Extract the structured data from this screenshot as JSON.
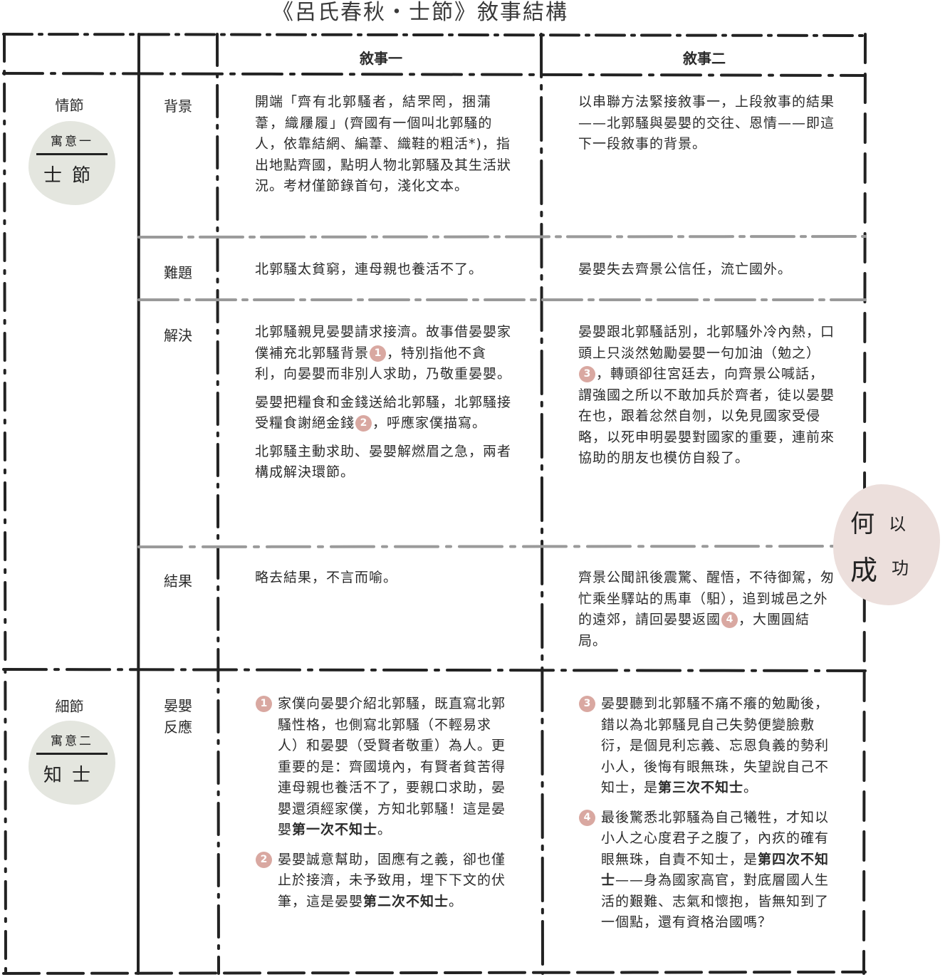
{
  "title": "《呂氏春秋・士節》敘事結構",
  "headers": {
    "col1": "敘事一",
    "col2": "敘事二"
  },
  "sections": {
    "plot": {
      "label": "情節",
      "stamp_top": "寓意一",
      "stamp_bottom": "士節"
    },
    "detail": {
      "label": "細節",
      "stamp_top": "寓意二",
      "stamp_bottom": "知士"
    }
  },
  "rows": {
    "background": {
      "label": "背景",
      "c1_a": "開端「",
      "c1_quote": "齊有北郭騷者，結罘罔，捆蒲葦，織屨履",
      "c1_b": "」(齊國有一個叫北郭騷的人，依靠結網、編葦、織鞋的粗活*)，指出地點齊國，點明人物北郭騷及其生活狀況。考材僅節錄首句，淺化文本。",
      "c2": "以串聯方法緊接敘事一，上段敘事的結果——北郭騷與晏嬰的交往、恩情——即這下一段敘事的背景。"
    },
    "problem": {
      "label": "難題",
      "c1": "北郭騷太貧窮，連母親也養活不了。",
      "c2": "晏嬰失去齊景公信任，流亡國外。"
    },
    "solution": {
      "label": "解決",
      "c1_p1_a": "北郭騷親見晏嬰請求接濟。故事借晏嬰家僕補充北郭騷背景",
      "c1_p1_b": "，特別指他不貪利，向晏嬰而非別人求助，乃敬重晏嬰。",
      "c1_p2_a": "晏嬰把糧食和金錢送給北郭騷，北郭騷接受糧食謝絕金錢",
      "c1_p2_b": "，呼應家僕描寫。",
      "c1_p3": "北郭騷主動求助、晏嬰解燃眉之急，兩者構成解決環節。",
      "c2_a": "晏嬰跟北郭騷話別，北郭騷外冷內熱，口頭上只淡然勉勵晏嬰一句加油（",
      "c2_quote": "勉之",
      "c2_b": "）",
      "c2_c": "，轉頭卻往宮廷去，向齊景公喊話，謂強國之所以不敢加兵於齊者，徒以晏嬰在也，跟着忿然自刎，以免見國家受侵略，以死申明晏嬰對國家的重要，連前來協助的朋友也模仿自殺了。"
    },
    "result": {
      "label": "結果",
      "c1": "略去結果，不言而喻。",
      "c2_a": "齊景公聞訊後震驚、醒悟，不待御駕，匆忙乘坐驛站的馬車（",
      "c2_quote": "馹",
      "c2_b": "），追到城邑之外的遠郊，請回晏嬰返國",
      "c2_c": "，大團圓結局。"
    },
    "reaction": {
      "label_1": "晏嬰",
      "label_2": "反應",
      "i1_a": "家僕向晏嬰介紹北郭騷，既直寫北郭騷性格，也側寫北郭騷（不輕易求人）和晏嬰（受賢者敬重）為人。更重要的是：齊國境內，有賢者貧苦得連母親也養活不了，要親口求助，晏嬰還須經家僕，方知北郭騷！這是晏嬰",
      "i1_b": "第一次不知士",
      "i1_c": "。",
      "i2_a": "晏嬰誠意幫助，固應有之義，卻也僅止於接濟，未予致用，埋下下文的伏筆，這是晏嬰",
      "i2_b": "第二次不知士",
      "i2_c": "。",
      "i3_a": "晏嬰聽到北郭騷不痛不癢的勉勵後，錯以為北郭騷見自己失勢便變臉敷衍，是個見利忘義、忘恩負義的勢利小人，後悔有眼無珠，失望說自己不知士，是",
      "i3_b": "第三次不知士",
      "i3_c": "。",
      "i4_a": "最後驚悉北郭騷為自己犧牲，才知以小人之心度君子之腹了，內疚的確有眼無珠，自責不知士，是",
      "i4_b": "第四次不知士",
      "i4_c": "——身為國家高官，對底層國人生活的艱難、志氣和懷抱，皆無知到了一個點，還有資格治國嗎？"
    }
  },
  "markers": {
    "m1": "1",
    "m2": "2",
    "m3": "3",
    "m4": "4"
  },
  "side_note": {
    "line1_a": "何",
    "line1_b": "以",
    "line2_a": "成",
    "line2_b": "功"
  },
  "colors": {
    "marker": "#d9a8a1",
    "stamp_bg": "#e4e6df",
    "note_bg": "#ecdfdc",
    "gray_line": "#9a9a9a"
  }
}
